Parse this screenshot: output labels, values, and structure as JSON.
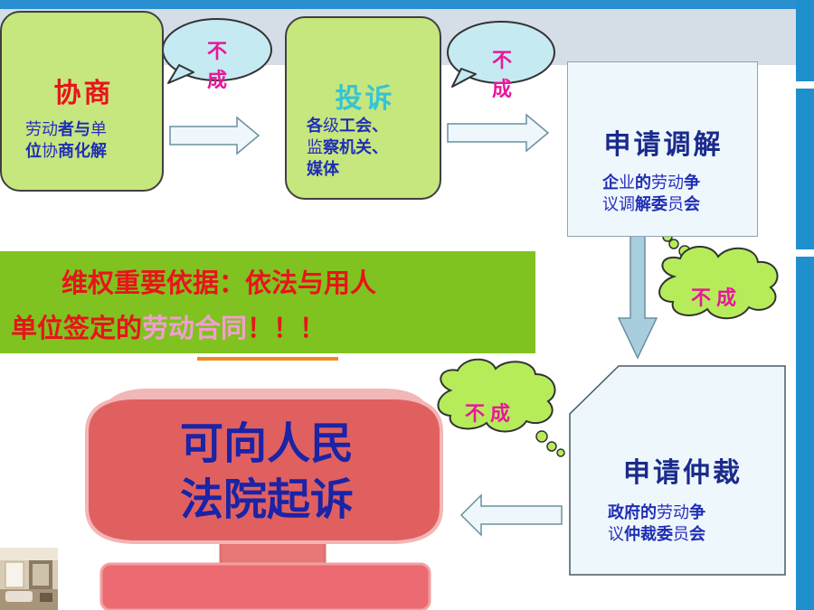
{
  "steps": {
    "negotiate": {
      "title": "协商",
      "lines": [
        [
          {
            "t": "劳动",
            "s": "t"
          },
          {
            "t": "者与",
            "s": "b"
          },
          {
            "t": "单",
            "s": "t"
          }
        ],
        [
          {
            "t": "位",
            "s": "b"
          },
          {
            "t": "协",
            "s": "t"
          },
          {
            "t": "商化解",
            "s": "b"
          }
        ]
      ]
    },
    "complain": {
      "title": "投诉",
      "lines": [
        [
          {
            "t": "各",
            "s": "b"
          },
          {
            "t": "级",
            "s": "t"
          },
          {
            "t": "工会、",
            "s": "b"
          }
        ],
        [
          {
            "t": "监",
            "s": "t"
          },
          {
            "t": "察机关、",
            "s": "b"
          }
        ],
        [
          {
            "t": "媒体",
            "s": "b"
          }
        ]
      ]
    },
    "mediation": {
      "title": "申请调解",
      "lines": [
        [
          {
            "t": "企",
            "s": "b"
          },
          {
            "t": "业",
            "s": "t"
          },
          {
            "t": "的",
            "s": "b"
          },
          {
            "t": "劳动",
            "s": "t"
          },
          {
            "t": "争",
            "s": "b"
          }
        ],
        [
          {
            "t": "议调",
            "s": "t"
          },
          {
            "t": "解委",
            "s": "b"
          },
          {
            "t": "员",
            "s": "t"
          },
          {
            "t": "会",
            "s": "b"
          }
        ]
      ]
    },
    "arbitration": {
      "title": "申请仲裁",
      "lines": [
        [
          {
            "t": "政府的",
            "s": "b"
          },
          {
            "t": "劳动",
            "s": "t"
          },
          {
            "t": "争",
            "s": "b"
          }
        ],
        [
          {
            "t": "议",
            "s": "t"
          },
          {
            "t": "仲裁委",
            "s": "b"
          },
          {
            "t": "员",
            "s": "t"
          },
          {
            "t": "会",
            "s": "b"
          }
        ]
      ]
    }
  },
  "fail_label": "不成",
  "note": {
    "line1": "维权重要依据：依法与用人",
    "line2_prefix": "单位签定的",
    "line2_highlight": "劳动合同",
    "line2_suffix": "！！！"
  },
  "court": {
    "line1": "可向人民",
    "line2": "法院起诉"
  },
  "colors": {
    "green_box": "#c6e67e",
    "fail_text": "#e8189a",
    "court_fill": "#e06060",
    "note_bg": "#80c21f"
  }
}
